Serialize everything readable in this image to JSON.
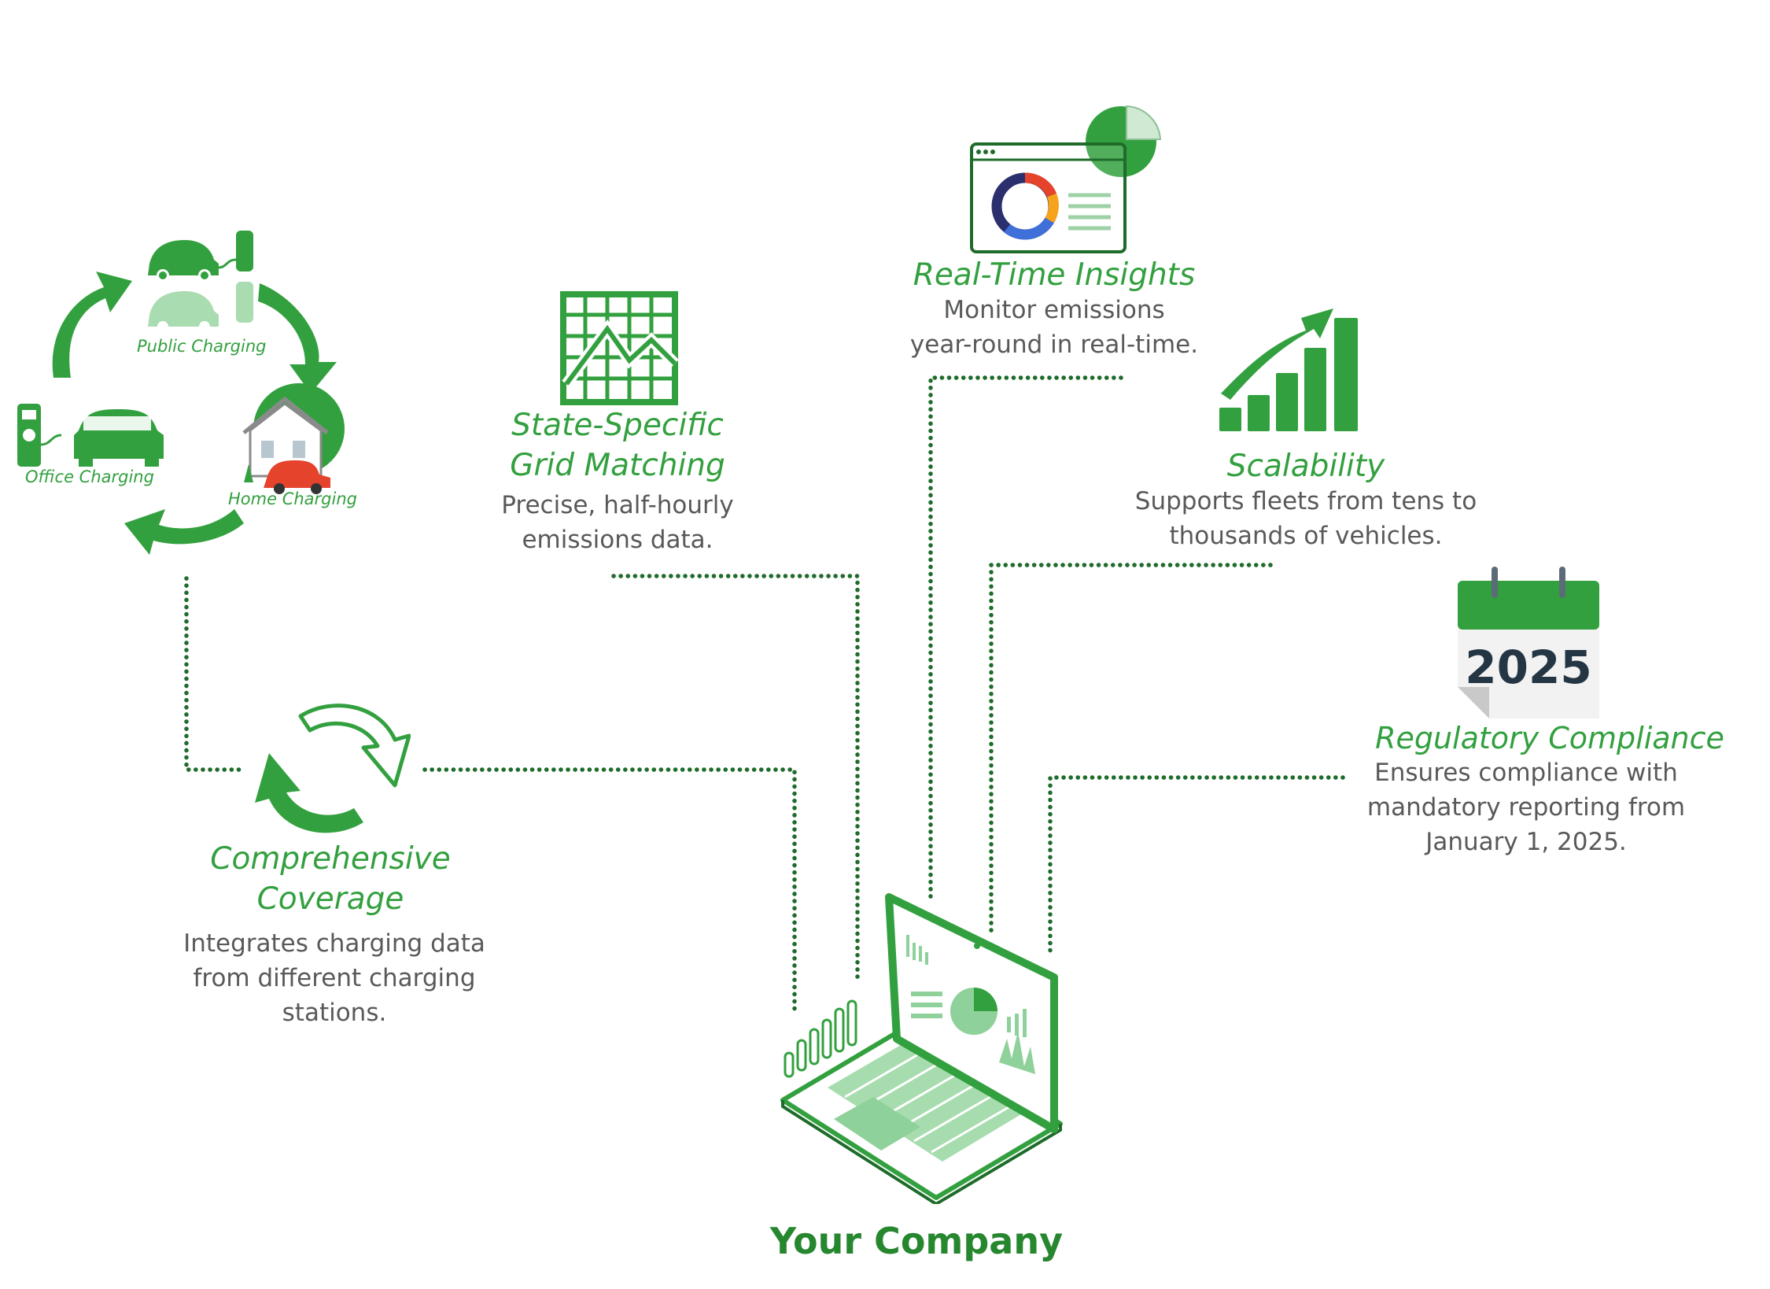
{
  "colors": {
    "green": "#33a03f",
    "dark_green": "#1e6b2a",
    "light_green": "#8fd19a",
    "text_gray": "#58595b"
  },
  "cycle": {
    "public_label": "Public Charging",
    "home_label": "Home Charging",
    "office_label": "Office Charging"
  },
  "coverage": {
    "title_line1": "Comprehensive",
    "title_line2": "Coverage",
    "desc_line1": "Integrates charging data",
    "desc_line2": "from different charging",
    "desc_line3": "stations."
  },
  "grid": {
    "title_line1": "State-Specific",
    "title_line2": "Grid Matching",
    "desc_line1": "Precise, half-hourly",
    "desc_line2": "emissions data."
  },
  "insights": {
    "title": "Real-Time Insights",
    "desc_line1": "Monitor emissions",
    "desc_line2": "year-round in real-time."
  },
  "scalability": {
    "title": "Scalability",
    "desc_line1": "Supports fleets from tens to",
    "desc_line2": "thousands of vehicles."
  },
  "compliance": {
    "title": "Regulatory Compliance",
    "desc_line1": "Ensures compliance with",
    "desc_line2": "mandatory reporting from",
    "desc_line3": "January 1, 2025.",
    "calendar_year": "2025"
  },
  "company": {
    "label": "Your Company"
  }
}
